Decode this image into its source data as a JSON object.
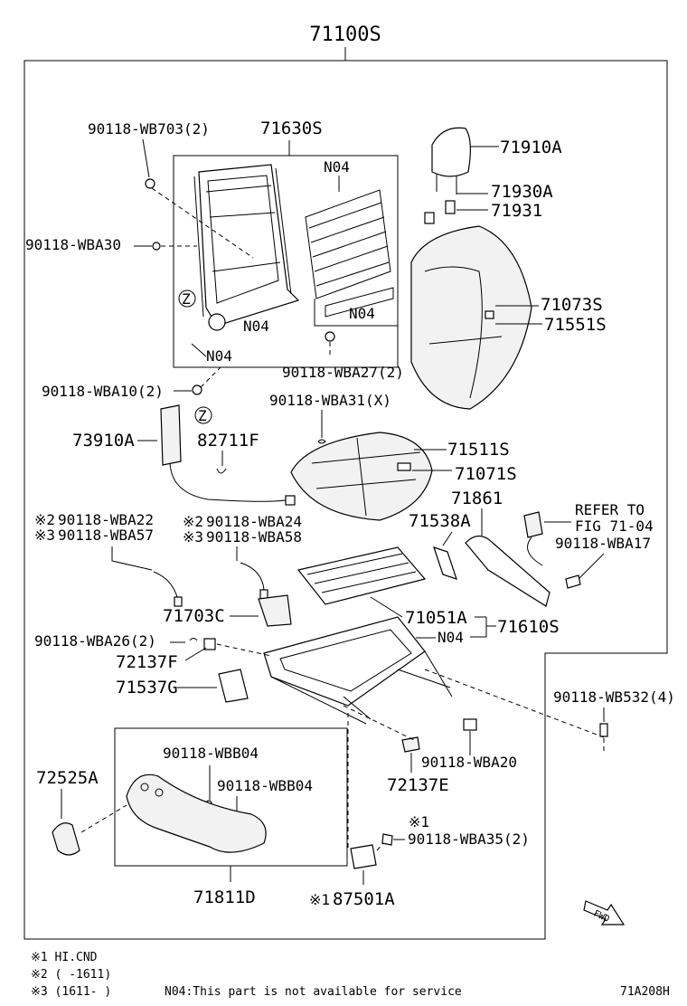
{
  "diagram": {
    "main_assembly": "71100S",
    "labels": {
      "p71630S": "71630S",
      "p90118_WB703": "90118-WB703(2)",
      "p90118_WBA30": "90118-WBA30",
      "n04_a": "N04",
      "n04_b": "N04",
      "n04_c": "N04",
      "n04_d": "N04",
      "z1": "Z",
      "z2": "Z",
      "p90118_WBA27": "90118-WBA27(2)",
      "p90118_WBA10": "90118-WBA10(2)",
      "p71910A": "71910A",
      "p71930A": "71930A",
      "p71931": "71931",
      "p71073S": "71073S",
      "p71551S": "71551S",
      "p90118_WBA31": "90118-WBA31(X)",
      "p73910A": "73910A",
      "p82711F": "82711F",
      "p71511S": "71511S",
      "p71071S": "71071S",
      "p71861": "71861",
      "p71538A": "71538A",
      "refer1": "REFER TO",
      "refer2": "FIG 71-04",
      "p90118_WBA17": "90118-WBA17",
      "m2a": "※2",
      "p90118_WBA22": "90118-WBA22",
      "m3a": "※3",
      "p90118_WBA57": "90118-WBA57",
      "m2b": "※2",
      "p90118_WBA24": "90118-WBA24",
      "m3b": "※3",
      "p90118_WBA58": "90118-WBA58",
      "p71703C": "71703C",
      "p71051A": "71051A",
      "p71610S": "71610S",
      "n04_e": "N04",
      "p90118_WBA26": "90118-WBA26(2)",
      "p72137F": "72137F",
      "p71537G": "71537G",
      "p90118_WB532": "90118-WB532(4)",
      "p90118_WBB04a": "90118-WBB04",
      "p90118_WBB04b": "90118-WBB04",
      "p72525A": "72525A",
      "p90118_WBA20": "90118-WBA20",
      "p72137E": "72137E",
      "m1a": "※1",
      "p90118_WBA35": "90118-WBA35(2)",
      "p71811D": "71811D",
      "m1b": "※1",
      "p87501A": "87501A",
      "fwd": "FWD"
    }
  },
  "footnotes": {
    "note1": "※1 HI.CND",
    "note2": "※2 (     -1611)",
    "note3": "※3 (1611-     )",
    "n04_note": "N04:This part is not available for service",
    "figure_code": "71A208H"
  }
}
